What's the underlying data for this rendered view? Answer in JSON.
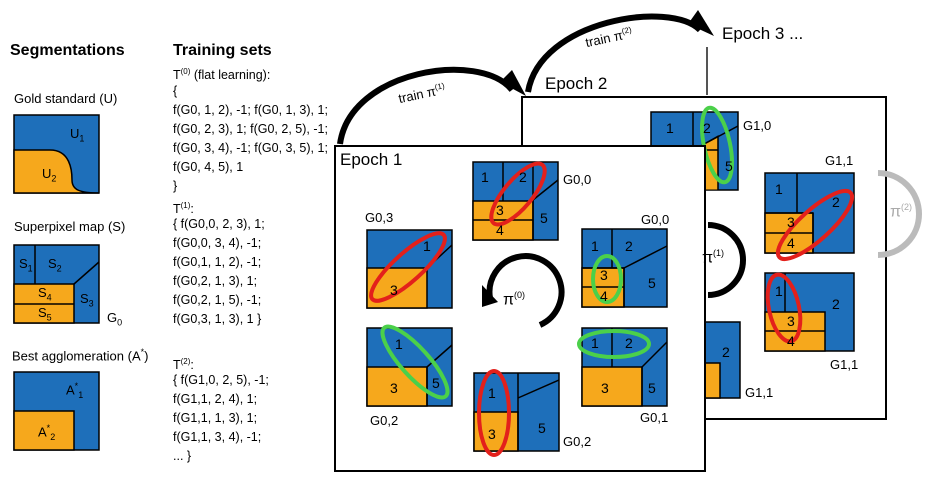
{
  "segmentations": {
    "heading": "Segmentations",
    "gold_label": "Gold standard (U)",
    "u1": "U",
    "u1_sub": "1",
    "u2": "U",
    "u2_sub": "2",
    "superpixel_label": "Superpixel map (S)",
    "s1": "S",
    "s1_sub": "1",
    "s2": "S",
    "s2_sub": "2",
    "s3": "S",
    "s3_sub": "3",
    "s4": "S",
    "s4_sub": "4",
    "s5": "S",
    "s5_sub": "5",
    "g0": "G",
    "g0_sub": "0",
    "best_label": "Best agglomeration (A",
    "best_label_sup": "*",
    "best_label_end": ")",
    "a1": "A",
    "a1_sup": "*",
    "a1_sub": "1",
    "a2": "A",
    "a2_sup": "*",
    "a2_sub": "2"
  },
  "training": {
    "heading": "Training sets",
    "t0_head": "T",
    "t0_sup": "(0)",
    "t0_rest": " (flat learning):",
    "t0_lines": [
      "{",
      "f(G0, 1, 2), -1; f(G0, 1, 3), 1;",
      "f(G0, 2, 3), 1; f(G0, 2, 5), -1;",
      "f(G0, 3, 4), -1; f(G0, 3, 5), 1;",
      "f(G0, 4, 5), 1",
      "}"
    ],
    "t1_head": "T",
    "t1_sup": "(1)",
    "t1_rest": ":",
    "t1_lines": [
      "{ f(G0,0, 2, 3), 1;",
      "f(G0,0, 3, 4), -1;",
      "f(G0,1, 1, 2), -1;",
      "f(G0,2, 1, 3), 1;",
      "f(G0,2, 1, 5), -1;",
      "f(G0,3, 1, 3), 1 }"
    ],
    "t2_head": "T",
    "t2_sup": "(2)",
    "t2_rest": ":",
    "t2_lines": [
      "{  f(G1,0, 2, 5), -1;",
      "f(G1,1, 2, 4), 1;",
      "f(G1,1, 1, 3), 1;",
      "f(G1,1, 3, 4), -1;",
      "... }"
    ]
  },
  "epochs": {
    "epoch1": "Epoch 1",
    "epoch2": "Epoch 2",
    "epoch3": "Epoch 3 ...",
    "train1": "train π",
    "train1_sup": "(1)",
    "train2": "train π",
    "train2_sup": "(2)",
    "pi": "π",
    "pi0_sup": "(0)",
    "pi1_sup": "(1)",
    "pi2_sup": "(2)"
  },
  "graph_labels": {
    "g00": "G0,0",
    "g01": "G0,1",
    "g02": "G0,2",
    "g03": "G0,3",
    "g10": "G1,0",
    "g11": "G1,1"
  },
  "colors": {
    "blue": "#1e6fba",
    "orange": "#f6a81c",
    "red": "#e3201b",
    "green": "#4bd04a"
  }
}
